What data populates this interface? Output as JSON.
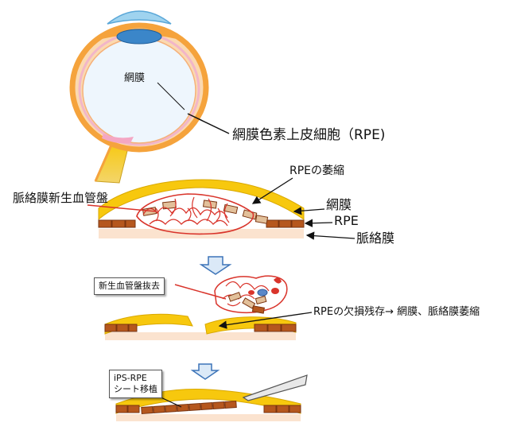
{
  "labels": {
    "retina_eye": "網膜",
    "rpe_full": "網膜色素上皮細胞（RPE)",
    "rpe_atrophy": "RPEの萎縮",
    "cnv": "脈絡膜新生血管盤",
    "retina_side": "網膜",
    "rpe_side": "RPE",
    "choroid_side": "脈絡膜",
    "cnv_removal": "新生血管盤抜去",
    "rpe_defect": "RPEの欠損残存→ 網膜、脈絡膜萎縮",
    "ips_line1": "iPS-RPE",
    "ips_line2": "シート移植"
  },
  "colors": {
    "retina": "#f7c80e",
    "rpe_cell": "#b5571e",
    "choroid": "#fbe3cf",
    "vessel": "#d9342b",
    "sclera_orange": "#f5a33c",
    "cornea_blue": "#9fd3ef",
    "arrow_fill": "#dbe9f7",
    "arrow_stroke": "#3d74b8"
  }
}
